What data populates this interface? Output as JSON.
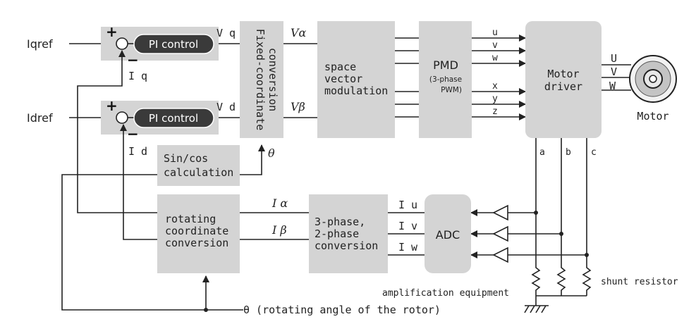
{
  "inputs": {
    "iqref": "Iqref",
    "idref": "Idref"
  },
  "signs": {
    "plus": "+",
    "minus": "−"
  },
  "pi_control": {
    "label": "PI control"
  },
  "feedback": {
    "iq": "I q",
    "id": "I d"
  },
  "outputs": {
    "vq": "V q",
    "vd": "V d",
    "valpha": "Vα",
    "vbeta": "Vβ"
  },
  "fixed_coord": {
    "line1": "Fixed-coordinate",
    "line2": "conversion"
  },
  "theta": "θ",
  "sincos": {
    "line1": "Sin/cos",
    "line2": "calculation"
  },
  "svm": {
    "line1": "space",
    "line2": "vector",
    "line3": "modulation"
  },
  "pmd": {
    "line1": "PMD",
    "line2": "(3-phase",
    "line3": "PWM)"
  },
  "pwm_signals": [
    "u",
    "v",
    "w",
    "x",
    "y",
    "z"
  ],
  "motor_driver": {
    "line1": "Motor",
    "line2": "driver"
  },
  "motor_phases": [
    "U",
    "V",
    "W"
  ],
  "motor": {
    "label": "Motor"
  },
  "driver_phases": [
    "a",
    "b",
    "c"
  ],
  "rotating": {
    "line1": "rotating",
    "line2": "coordinate",
    "line3": "conversion"
  },
  "ialpha": "I α",
  "ibeta": "I β",
  "phase_conv": {
    "line1": "3-phase,",
    "line2": "2-phase",
    "line3": "conversion"
  },
  "currents": [
    "I u",
    "I v",
    "I w"
  ],
  "adc": {
    "label": "ADC"
  },
  "amp_label": "amplification equipment",
  "shunt_label": "shunt resistor",
  "rotor_angle": "θ (rotating angle of the rotor)"
}
